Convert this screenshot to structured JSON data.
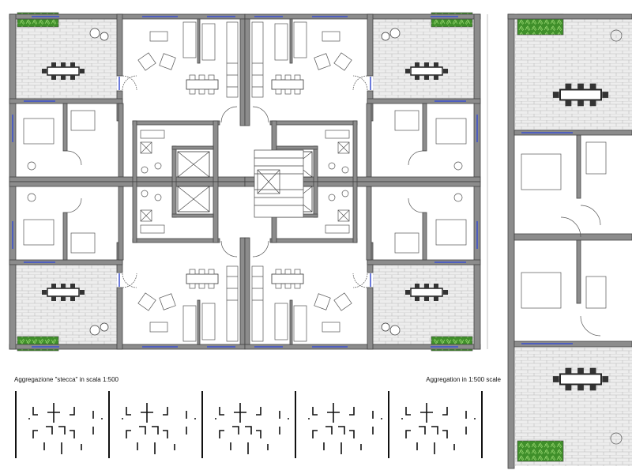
{
  "captions": {
    "left": "Aggregazione \"stecca\" in scala 1:500",
    "right": "Aggregation in 1:500 scale"
  },
  "colors": {
    "wall": "#8c8c8c",
    "terrace": "#ececec",
    "window": "#3a4fd0",
    "planter": "#3f8f2a"
  },
  "aggregation_units": 5
}
